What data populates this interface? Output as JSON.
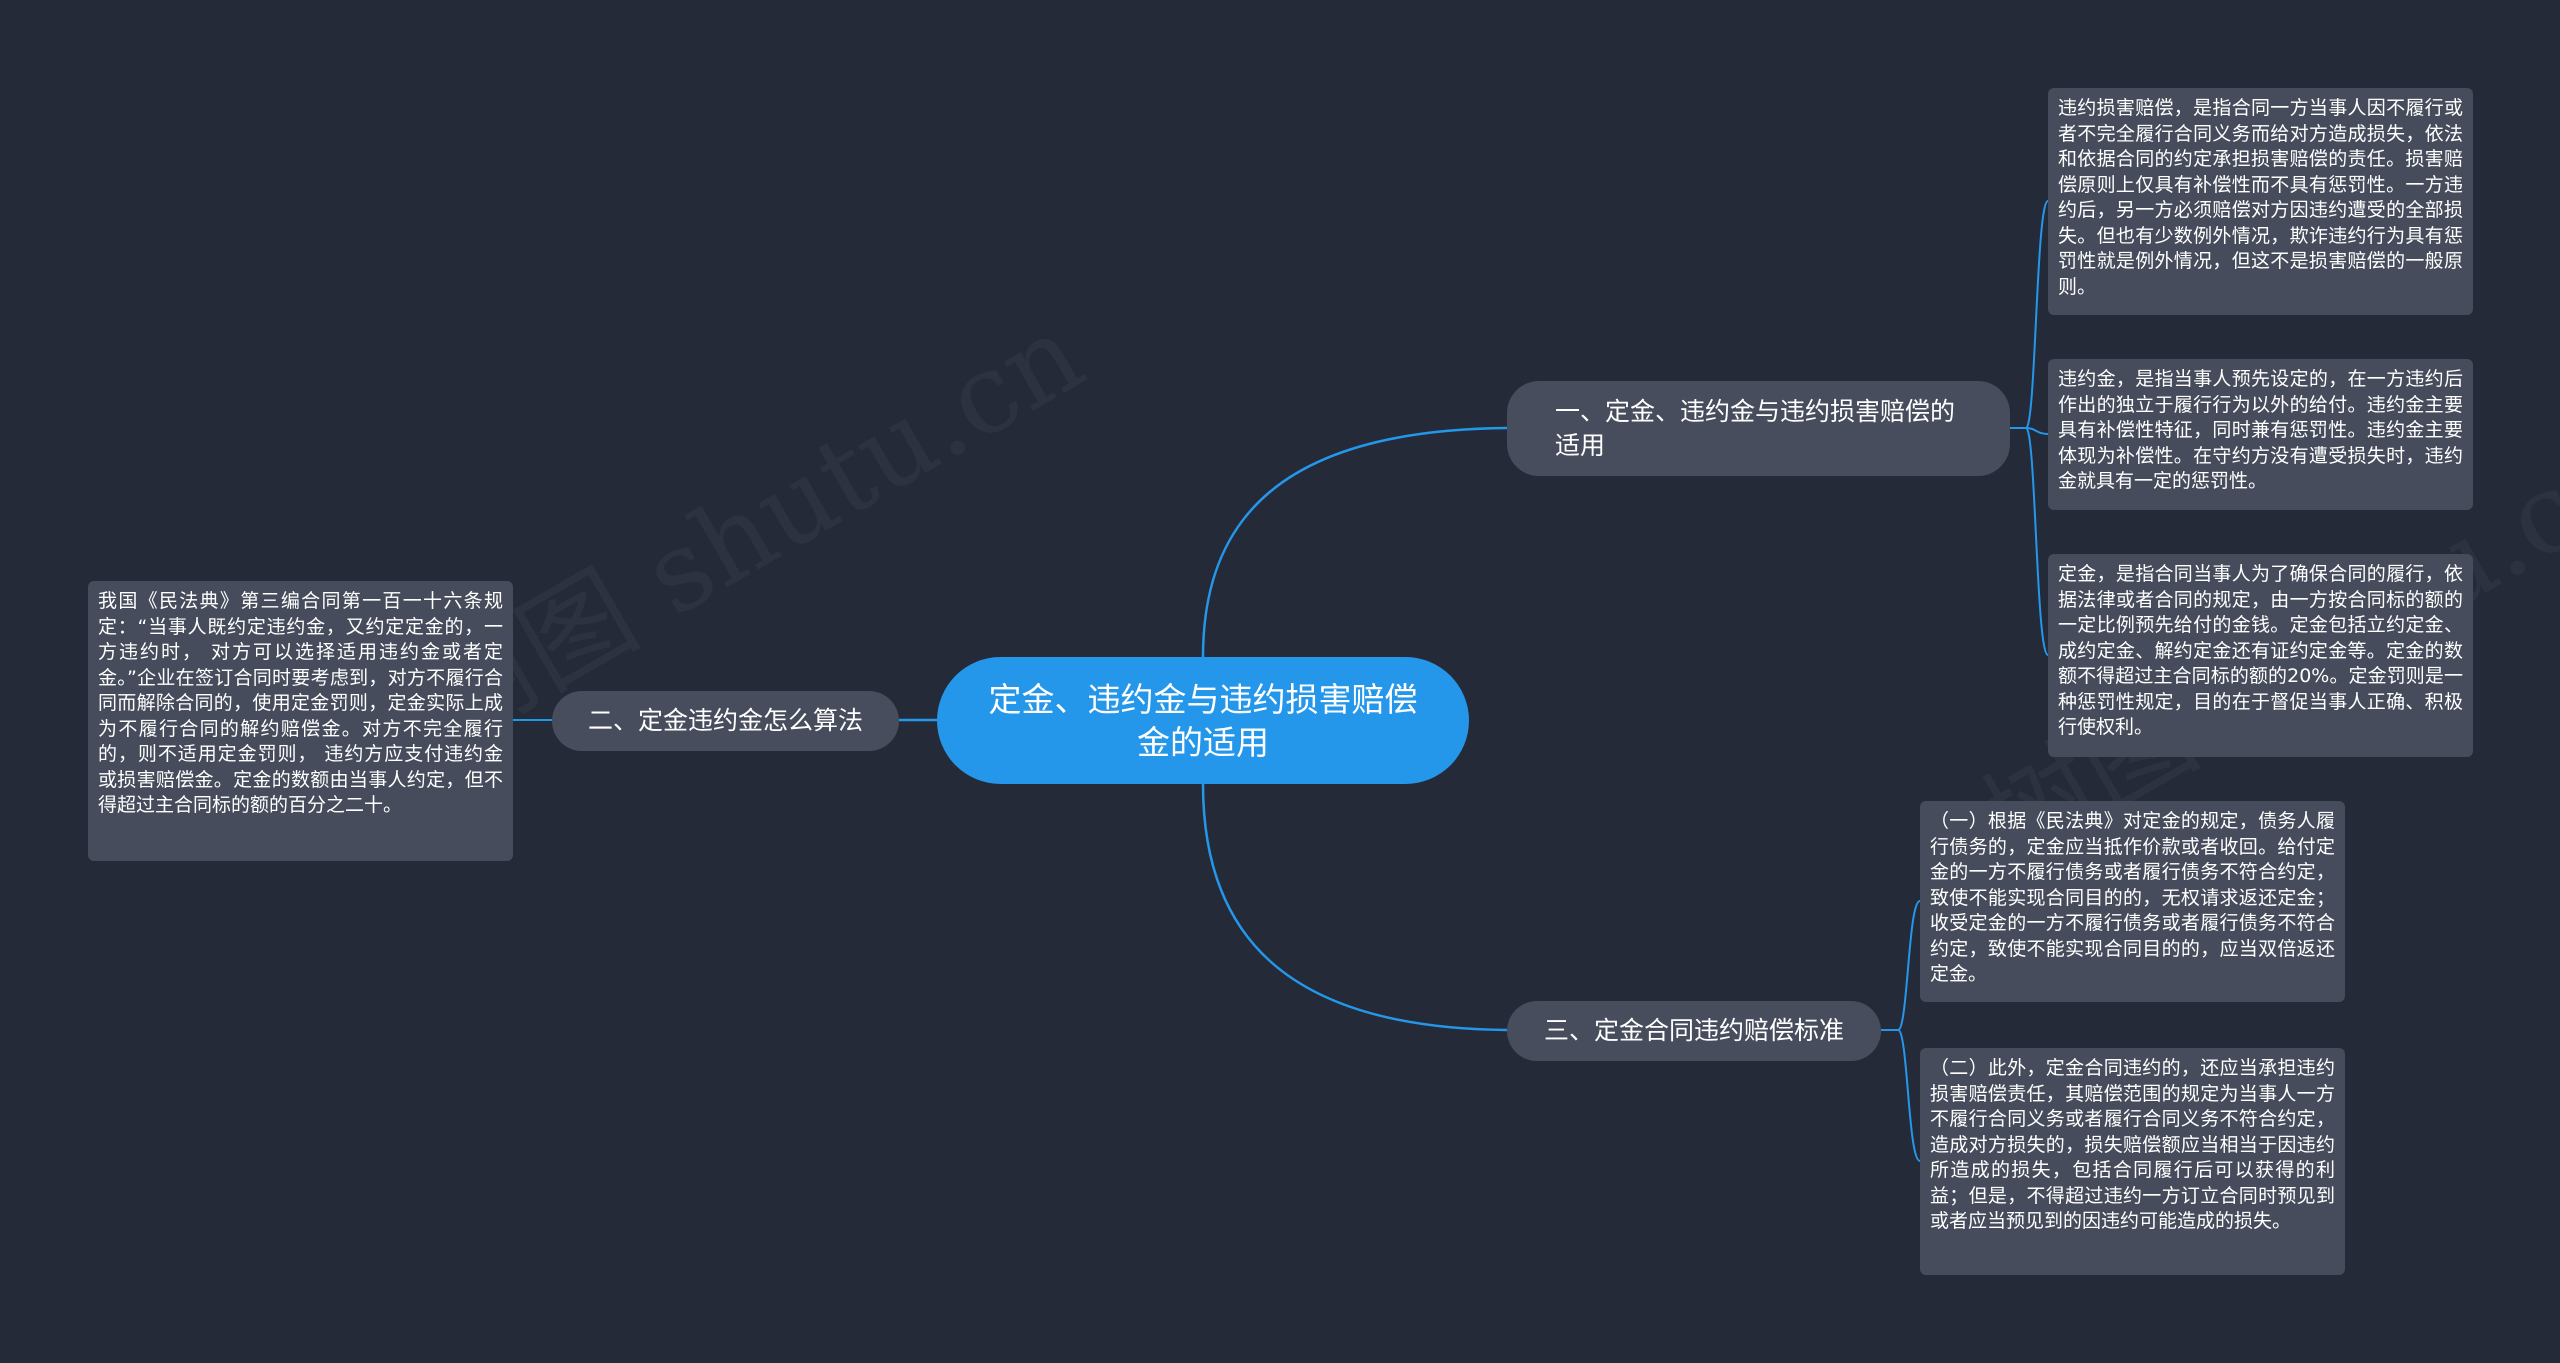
{
  "watermark": "树图 shutu.cn",
  "colors": {
    "background": "#242a38",
    "root": "#2597ea",
    "node": "#474d5c",
    "line": "#2597ea"
  },
  "root": {
    "label": "定金、违约金与违约损害赔偿金的适用"
  },
  "branches": [
    {
      "label": "一、定金、违约金与违约损害赔偿的适用",
      "leaves": [
        "违约损害赔偿，是指合同一方当事人因不履行或者不完全履行合同义务而给对方造成损失，依法和依据合同的约定承担损害赔偿的责任。损害赔偿原则上仅具有补偿性而不具有惩罚性。一方违约后，另一方必须赔偿对方因违约遭受的全部损失。但也有少数例外情况，欺诈违约行为具有惩罚性就是例外情况，但这不是损害赔偿的一般原则。",
        "违约金，是指当事人预先设定的，在一方违约后作出的独立于履行行为以外的给付。违约金主要具有补偿性特征，同时兼有惩罚性。违约金主要体现为补偿性。在守约方没有遭受损失时，违约金就具有一定的惩罚性。",
        "定金，是指合同当事人为了确保合同的履行，依据法律或者合同的规定，由一方按合同标的额的一定比例预先给付的金钱。定金包括立约定金、成约定金、解约定金还有证约定金等。定金的数额不得超过主合同标的额的20%。定金罚则是一种惩罚性规定，目的在于督促当事人正确、积极行使权利。"
      ]
    },
    {
      "label": "二、定金违约金怎么算法",
      "leaves": [
        "我国《民法典》第三编合同第一百一十六条规定：“当事人既约定违约金，又约定定金的，一方违约时， 对方可以选择适用违约金或者定金。”企业在签订合同时要考虑到，对方不履行合同而解除合同的，使用定金罚则，定金实际上成为不履行合同的解约赔偿金。对方不完全履行的，则不适用定金罚则， 违约方应支付违约金或损害赔偿金。定金的数额由当事人约定，但不得超过主合同标的额的百分之二十。"
      ]
    },
    {
      "label": "三、定金合同违约赔偿标准",
      "leaves": [
        "（一）根据《民法典》对定金的规定，债务人履行债务的，定金应当抵作价款或者收回。给付定金的一方不履行债务或者履行债务不符合约定，致使不能实现合同目的的，无权请求返还定金；收受定金的一方不履行债务或者履行债务不符合约定，致使不能实现合同目的的，应当双倍返还定金。",
        "（二）此外，定金合同违约的，还应当承担违约损害赔偿责任，其赔偿范围的规定为当事人一方不履行合同义务或者履行合同义务不符合约定，造成对方损失的，损失赔偿额应当相当于因违约所造成的损失，包括合同履行后可以获得的利益；但是，不得超过违约一方订立合同时预见到或者应当预见到的因违约可能造成的损失。"
      ]
    }
  ]
}
